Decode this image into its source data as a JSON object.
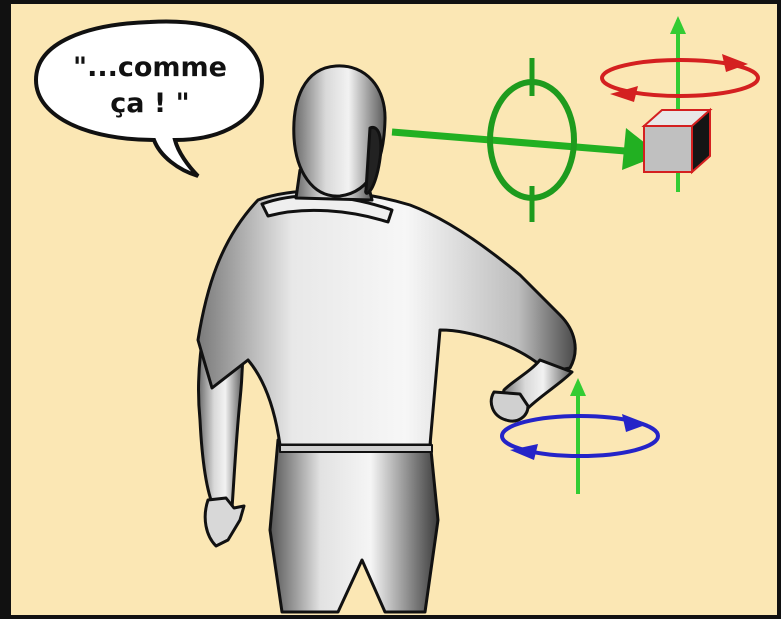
{
  "speech_bubble": {
    "line1": "\"...comme",
    "line2": "ça ! \""
  },
  "colors": {
    "background": "#fbe7b4",
    "frame": "#111111",
    "gaze_arrow": "#22b022",
    "target_ring": "#1e9b1e",
    "rotation_red": "#d42020",
    "rotation_blue": "#2424c8",
    "vertical_axis": "#33cc33",
    "cube_top": "#e8e8e8",
    "cube_front": "#c0c0c0",
    "cube_side": "#151515"
  },
  "icons": [
    "speech-bubble",
    "gaze-arrow",
    "target-ring",
    "cube",
    "red-rotation-ring",
    "blue-rotation-ring"
  ]
}
